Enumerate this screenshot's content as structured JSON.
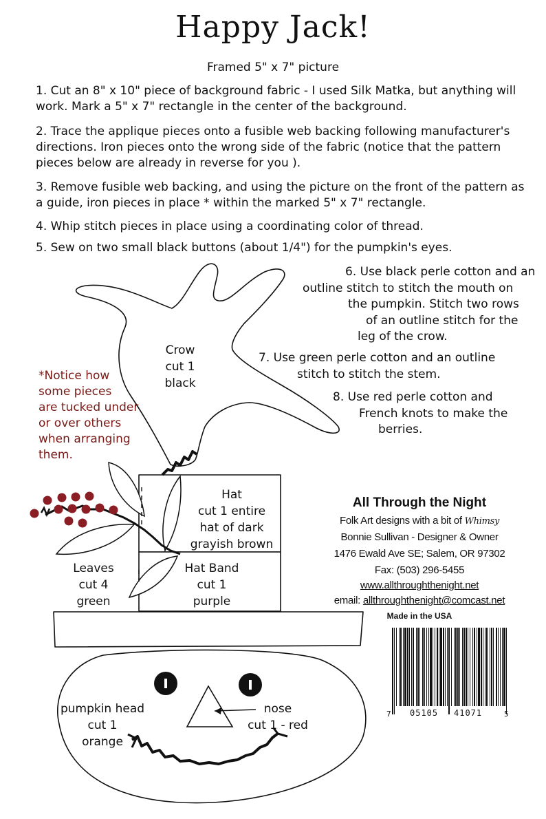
{
  "header": {
    "title": "Happy Jack!",
    "subtitle": "Framed 5\" x 7\" picture"
  },
  "steps": [
    "1.  Cut an 8\" x 10\" piece of background fabric - I used Silk Matka, but anything will work.  Mark a 5\" x 7\" rectangle in the center of the background.",
    "2.  Trace the applique pieces onto a fusible web backing following manufacturer's directions.  Iron pieces onto the wrong side of the fabric (notice that the pattern pieces below are already in reverse for you ).",
    "3.  Remove fusible web backing, and using the picture on the front of the pattern as a guide, iron pieces in place * within the marked 5\" x 7\" rectangle.",
    "4.  Whip stitch pieces in place using a coordinating color of thread.",
    "5.  Sew on two small black buttons (about 1/4\") for the pumpkin's eyes."
  ],
  "side_steps": {
    "s6": [
      "6.  Use black perle cotton and an",
      "outline stitch to stitch the mouth on",
      "the pumpkin.  Stitch two rows",
      "of an outline stitch for the",
      "leg of the crow."
    ],
    "s7": [
      "7.  Use green perle cotton and an outline",
      "stitch to stitch the stem."
    ],
    "s8": [
      "8.  Use red perle cotton and",
      "French knots to make the",
      "berries."
    ]
  },
  "note": [
    "*Notice how",
    "some pieces",
    "are tucked under",
    "or over others",
    "when arranging",
    "them."
  ],
  "labels": {
    "crow": [
      "Crow",
      "cut 1",
      "black"
    ],
    "hat": [
      "Hat",
      "cut 1 entire",
      "hat of dark",
      "grayish brown"
    ],
    "hat_band": [
      "Hat Band",
      "cut 1",
      "purple"
    ],
    "leaves": [
      "Leaves",
      "cut 4",
      "green"
    ],
    "pumpkin": [
      "pumpkin head",
      "cut 1",
      "orange"
    ],
    "nose": [
      "nose",
      "cut 1 - red"
    ]
  },
  "brand": {
    "name": "All Through the Night",
    "tagline_prefix": "Folk Art designs with a bit of ",
    "tagline_whimsy": "Whimsy",
    "designer": "Bonnie Sullivan - Designer & Owner",
    "address": "1476 Ewald Ave SE; Salem, OR 97302",
    "fax": "Fax: (503) 296-5455",
    "website": "www.allthroughthenight.net",
    "email_label": "email: ",
    "email": "allthroughthenight@comcast.net",
    "made_in": "Made in the USA"
  },
  "barcode": {
    "left_digit": "7",
    "group1": "05105",
    "group2": "41071",
    "right_digit": "5"
  },
  "colors": {
    "note_red": "#7a1a17",
    "berry": "#8b1e24"
  }
}
